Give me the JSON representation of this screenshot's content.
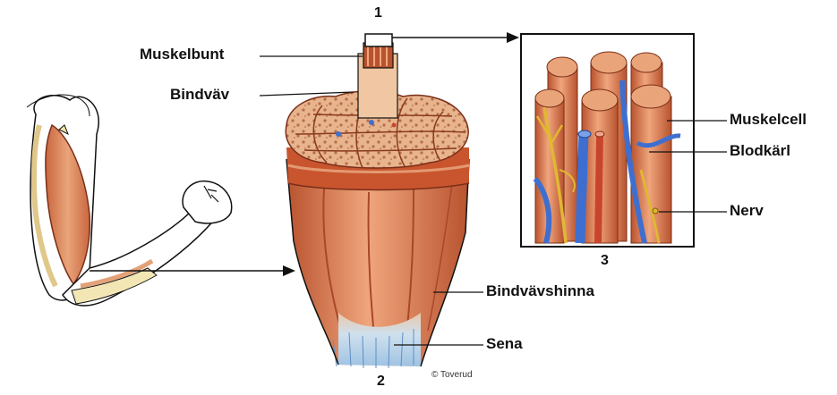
{
  "labels": {
    "muskelbunt": "Muskelbunt",
    "bindvav": "Bindväv",
    "muskelcell": "Muskelcell",
    "blodkarl": "Blodkärl",
    "nerv": "Nerv",
    "bindvavshinna": "Bindvävshinna",
    "sena": "Sena"
  },
  "numbers": {
    "n1": "1",
    "n2": "2",
    "n3": "3"
  },
  "credit": "© Toverud",
  "colors": {
    "muscle": "#d9825a",
    "muscle_dark": "#b24f2e",
    "tendon": "#d6e6f2",
    "vessel_blue": "#3e6fd0",
    "vessel_red": "#c8452c",
    "nerve": "#e0b832",
    "outline": "#111111"
  }
}
